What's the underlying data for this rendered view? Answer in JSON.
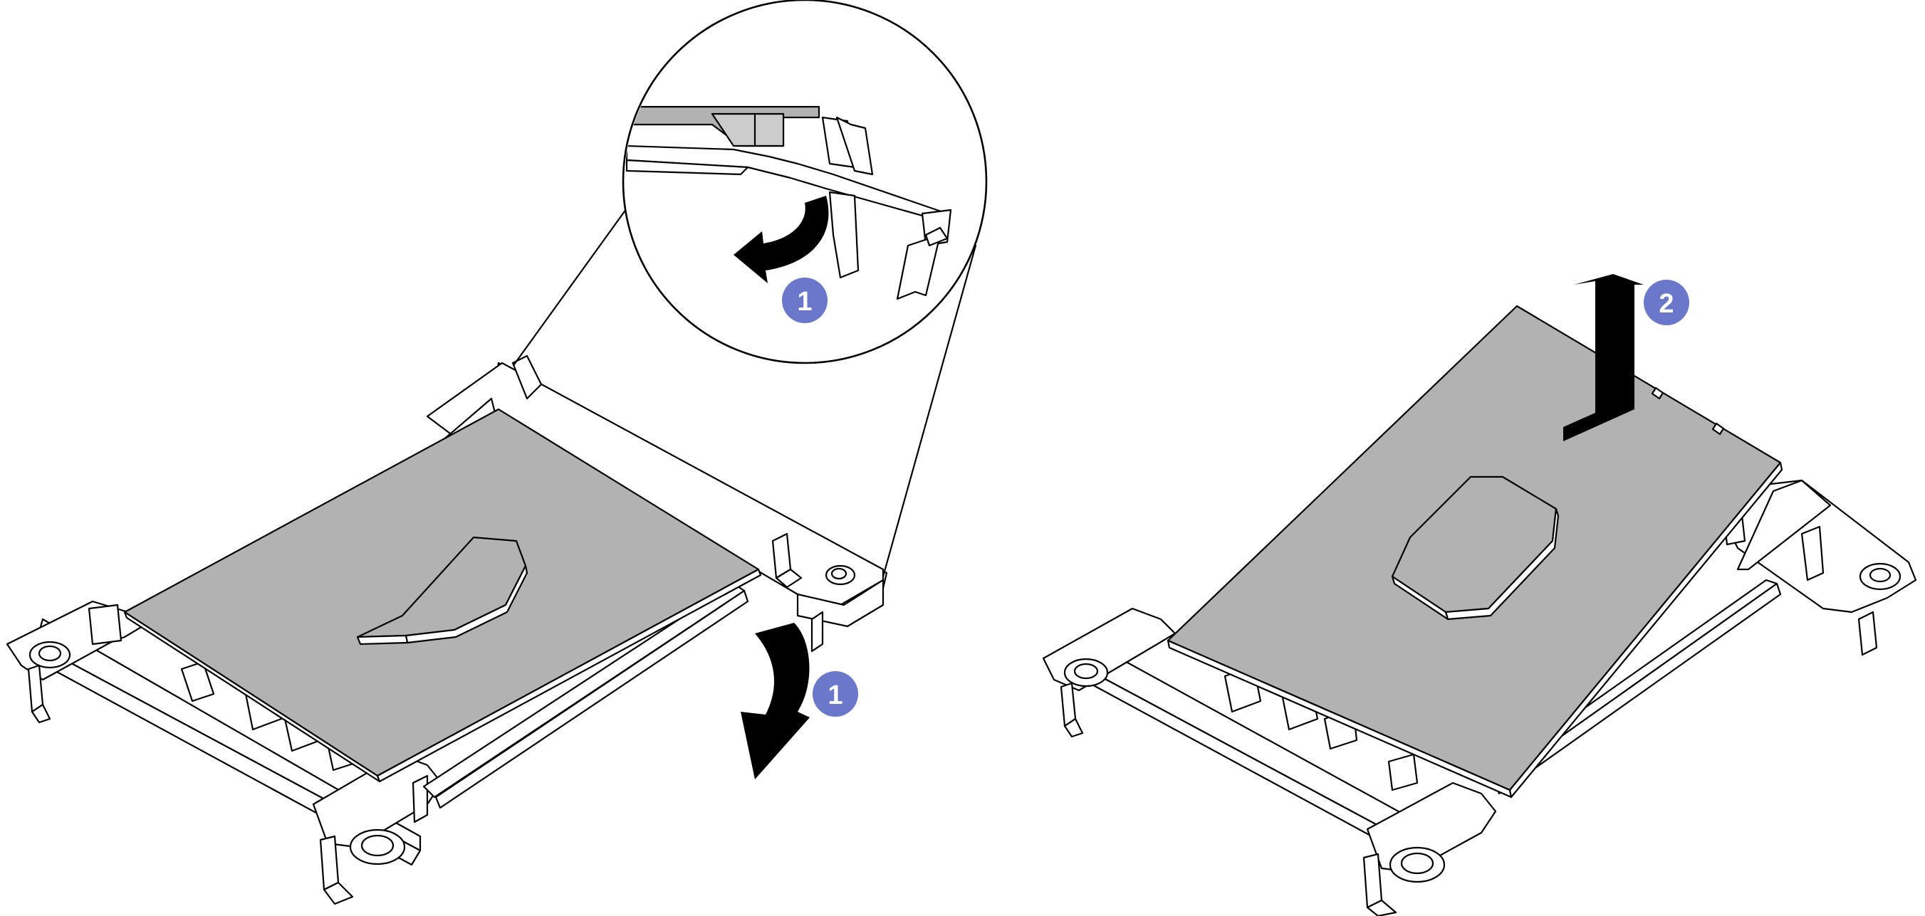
{
  "callouts": {
    "step1_detail": "1",
    "step1_main": "1",
    "step2": "2"
  },
  "colors": {
    "outline": "#000000",
    "processor_fill": "#b2b2b2",
    "callout_fill": "#6b78c9",
    "callout_text": "#ffffff"
  }
}
